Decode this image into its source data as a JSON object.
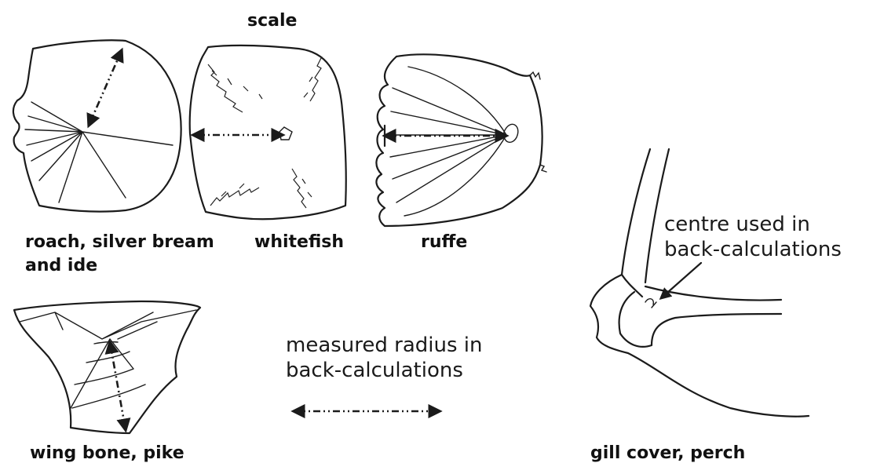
{
  "header": {
    "scale_label": "scale"
  },
  "specimens": {
    "roach": {
      "line1": "roach, silver bream",
      "line2": "and ide"
    },
    "whitefish": {
      "label": "whitefish"
    },
    "ruffe": {
      "label": "ruffe"
    },
    "wing_bone": {
      "label": "wing bone, pike"
    },
    "gill_cover": {
      "label": "gill cover, perch"
    }
  },
  "legend": {
    "radius_line1": "measured radius in",
    "radius_line2": "back-calculations",
    "centre_line1": "centre used in",
    "centre_line2": "back-calculations"
  }
}
